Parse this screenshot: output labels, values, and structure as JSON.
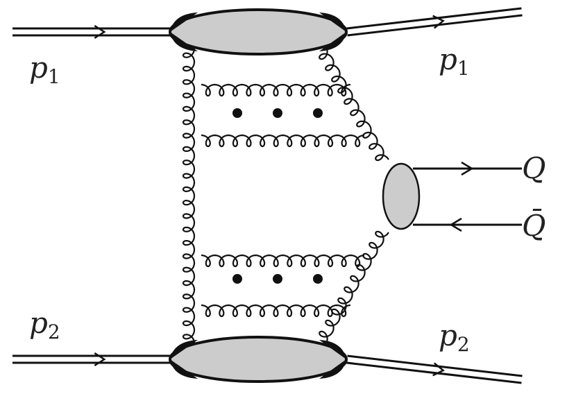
{
  "labels": {
    "p1_left": {
      "main": "p",
      "sub": "1"
    },
    "p1_right": {
      "main": "p",
      "sub": "1"
    },
    "p2_left": {
      "main": "p",
      "sub": "2"
    },
    "p2_right": {
      "main": "p",
      "sub": "2"
    },
    "quark": "Q",
    "antiquark": "Q̄"
  },
  "colors": {
    "line": "#111111",
    "blob_fill": "#cccccc",
    "background": "#ffffff"
  }
}
